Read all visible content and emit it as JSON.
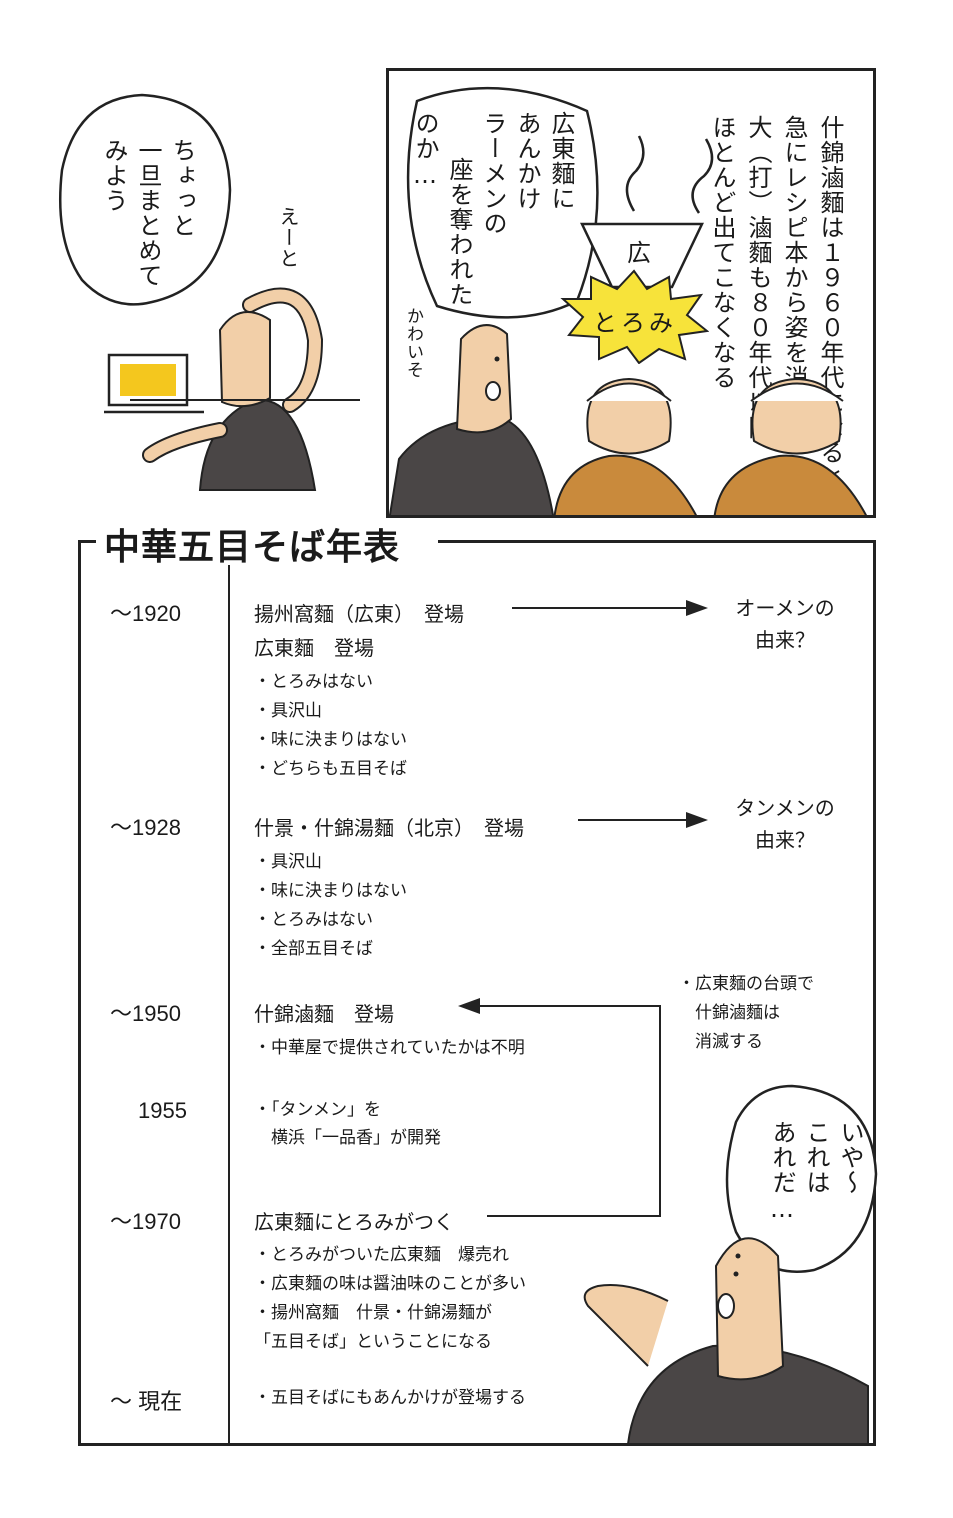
{
  "panel_right": {
    "narration": [
      "什錦滷麵は１９６０年代になると",
      "急にレシピ本から姿を消し",
      "大（打）滷麵も８０年代以降",
      "ほとんど出てこなくなる"
    ],
    "speech": [
      "広東麵に",
      "あんかけ",
      "ラーメンの",
      "座を奪われた",
      "のか…"
    ],
    "bowl_label": "広",
    "burst_label": "とろみ",
    "sfx_cute": "かわいそ"
  },
  "panel_left": {
    "speech": [
      "ちょっと",
      "一旦まとめて",
      "みよう"
    ],
    "sfx_think": "えーと"
  },
  "timeline": {
    "title": "中華五目そば年表",
    "entries": [
      {
        "year": "～1920",
        "events": [
          "揚州窩麵（広東）　登場",
          "広東麵　登場"
        ],
        "notes": [
          "・とろみはない",
          "・具沢山",
          "・味に決まりはない",
          "・どちらも五目そば"
        ]
      },
      {
        "year": "～1928",
        "events": [
          "什景・什錦湯麵（北京）　登場"
        ],
        "notes": [
          "・具沢山",
          "・味に決まりはない",
          "・とろみはない",
          "・全部五目そば"
        ]
      },
      {
        "year": "～1950",
        "events": [
          "什錦滷麵　登場"
        ],
        "notes": [
          "・中華屋で提供されていたかは不明"
        ]
      },
      {
        "year": "1955",
        "events": [],
        "notes": [
          "・「タンメン」を",
          "　横浜「一品香」が開発"
        ]
      },
      {
        "year": "～1970",
        "events": [
          "広東麵にとろみがつく"
        ],
        "notes": [
          "・とろみがついた広東麵　爆売れ",
          "・広東麵の味は醤油味のことが多い",
          "・揚州窩麵　什景・什錦湯麵が",
          "「五目そば」ということになる"
        ]
      },
      {
        "year": "～ 現在",
        "events": [],
        "notes": [
          "・五目そばにもあんかけが登場する"
        ]
      }
    ],
    "side_labels": [
      {
        "lines": [
          "オーメンの",
          "由来？"
        ]
      },
      {
        "lines": [
          "タンメンの",
          "由来？"
        ]
      }
    ],
    "cause_note": [
      "・広東麵の台頭で",
      "　什錦滷麵は",
      "　消滅する"
    ],
    "bottom_speech": [
      "いや～",
      "これは",
      "あれだ…"
    ]
  },
  "colors": {
    "ink": "#1a1a1a",
    "skin": "#f2cfa8",
    "shirt": "#4a4646",
    "burst": "#f7e33a",
    "screen": "#f4c71e",
    "orange_shirt": "#c98a3c"
  }
}
